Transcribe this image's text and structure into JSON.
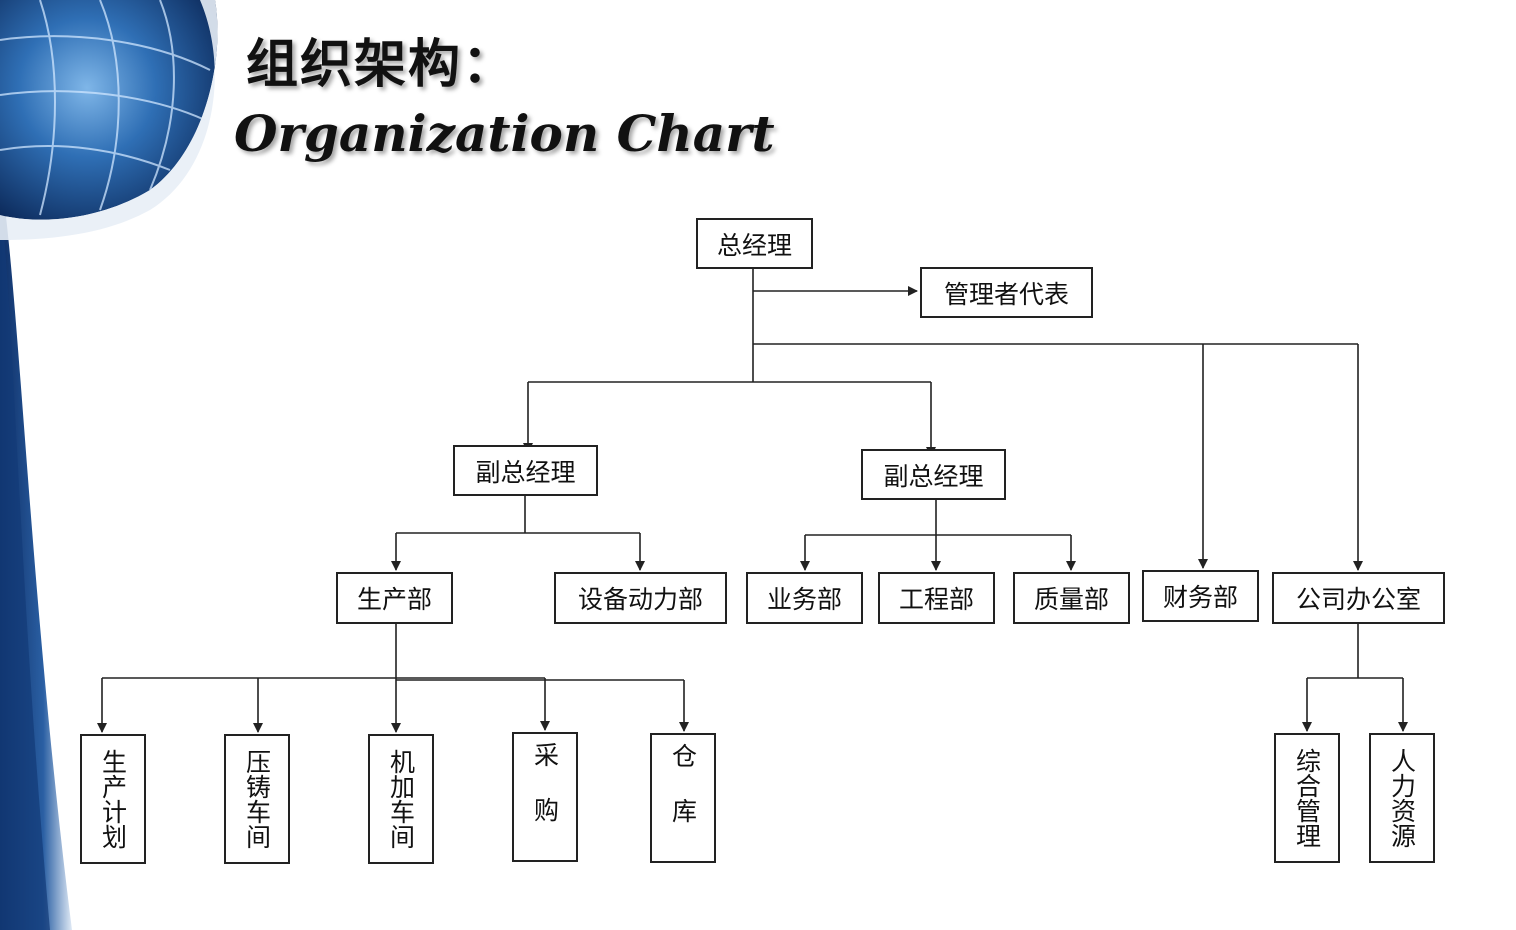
{
  "title": {
    "cn": "组织架构：",
    "en": "Organization Chart"
  },
  "org": {
    "ceo": "总经理",
    "mgmt_rep": "管理者代表",
    "vp_left": "副总经理",
    "vp_right": "副总经理",
    "production": "生产部",
    "equipment": "设备动力部",
    "business": "业务部",
    "engineering": "工程部",
    "quality": "质量部",
    "finance": "财务部",
    "office": "公司办公室",
    "prod_plan": "生产计划",
    "die_casting": "压铸车间",
    "machining": "机加车间",
    "purchasing": "采购",
    "warehouse": "仓库",
    "general_mgmt": "综合管理",
    "hr": "人力资源"
  },
  "colors": {
    "globe_blue": "#1f4f8f",
    "line": "#222222"
  }
}
